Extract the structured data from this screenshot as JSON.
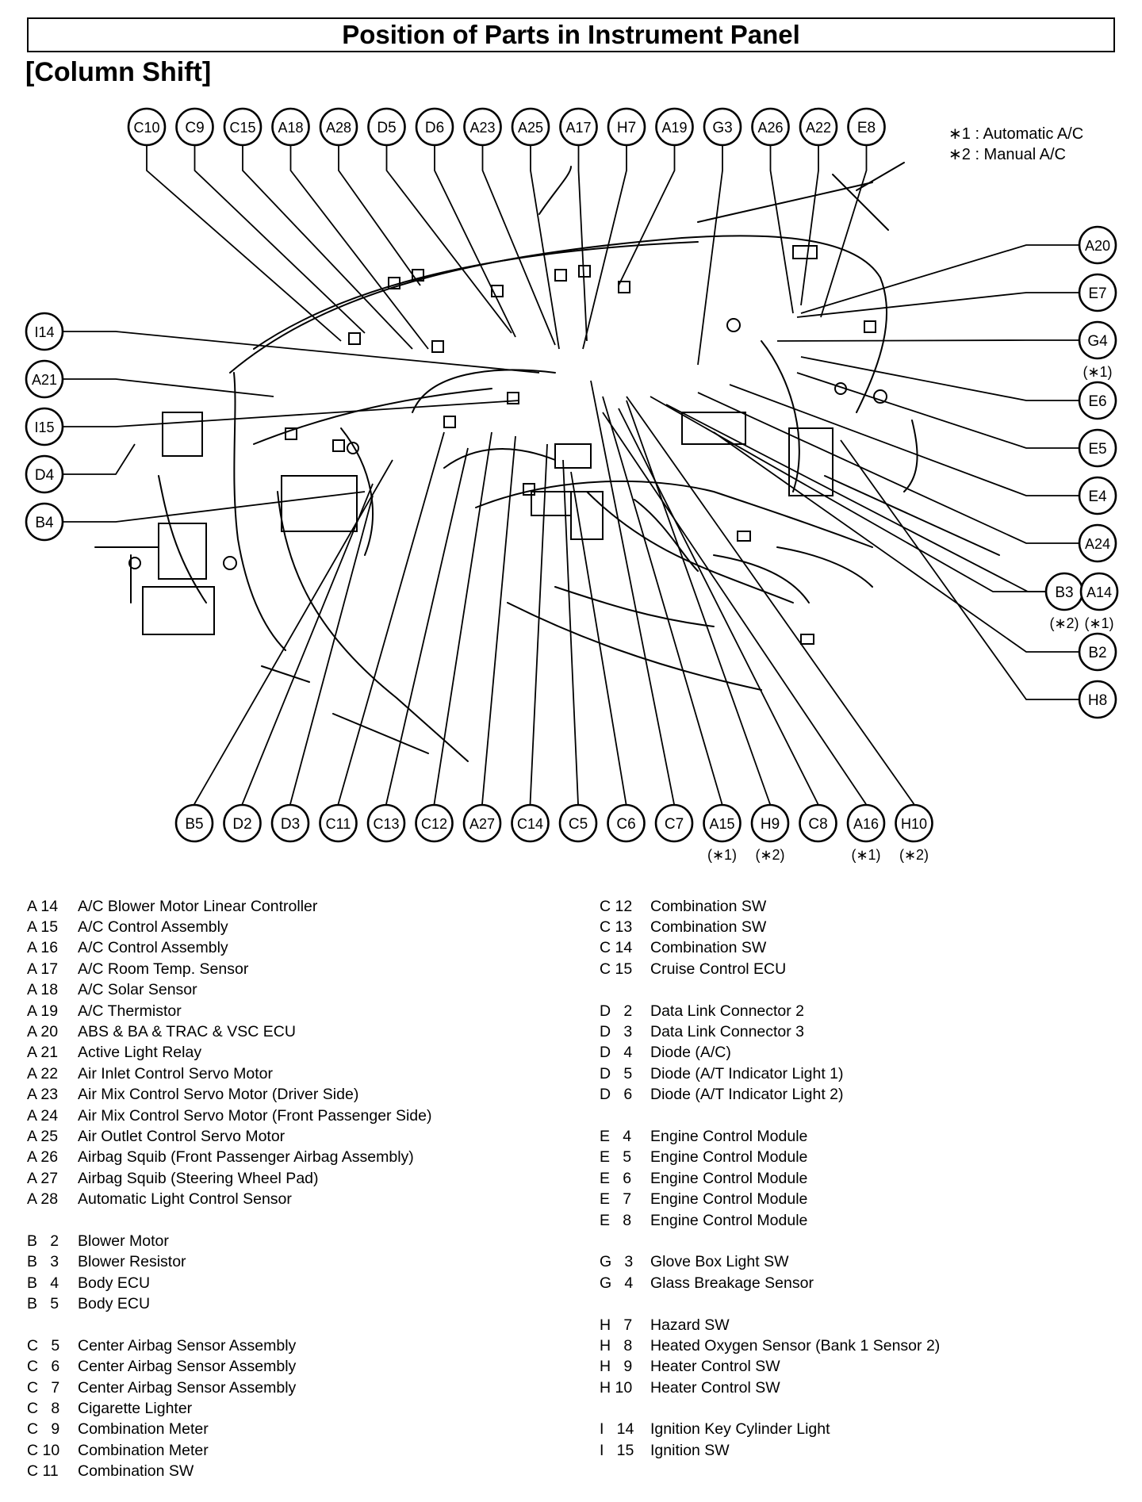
{
  "title": "Position of Parts in Instrument Panel",
  "subtitle": "[Column Shift]",
  "notes": [
    "∗1 : Automatic A/C",
    "∗2 : Manual A/C"
  ],
  "callouts_top": [
    "C10",
    "C9",
    "C15",
    "A18",
    "A28",
    "D5",
    "D6",
    "A23",
    "A25",
    "A17",
    "H7",
    "A19",
    "G3",
    "A26",
    "A22",
    "E8"
  ],
  "callouts_left": [
    "I14",
    "A21",
    "I15",
    "D4",
    "B4"
  ],
  "callouts_right": [
    "A20",
    "E7",
    "G4",
    "E6",
    "E5",
    "E4",
    "A24",
    "B3",
    "A14",
    "B2",
    "H8"
  ],
  "callouts_bottom": [
    "B5",
    "D2",
    "D3",
    "C11",
    "C13",
    "C12",
    "A27",
    "C14",
    "C5",
    "C6",
    "C7",
    "A15",
    "H9",
    "C8",
    "A16",
    "H10"
  ],
  "callout_notes": {
    "G4": "(∗1)",
    "B3": "(∗2)",
    "A14": "(∗1)",
    "A15": "(∗1)",
    "H9": "(∗2)",
    "A16": "(∗1)",
    "H10": "(∗2)"
  },
  "legend_left": [
    {
      "code": "A 14",
      "name": "A/C Blower Motor Linear Controller"
    },
    {
      "code": "A 15",
      "name": "A/C Control Assembly"
    },
    {
      "code": "A 16",
      "name": "A/C Control Assembly"
    },
    {
      "code": "A 17",
      "name": "A/C Room Temp. Sensor"
    },
    {
      "code": "A 18",
      "name": "A/C Solar Sensor"
    },
    {
      "code": "A 19",
      "name": "A/C Thermistor"
    },
    {
      "code": "A 20",
      "name": "ABS & BA & TRAC & VSC ECU"
    },
    {
      "code": "A 21",
      "name": "Active Light Relay"
    },
    {
      "code": "A 22",
      "name": "Air Inlet Control Servo Motor"
    },
    {
      "code": "A 23",
      "name": "Air Mix Control Servo Motor (Driver Side)"
    },
    {
      "code": "A 24",
      "name": "Air Mix Control Servo Motor (Front Passenger Side)"
    },
    {
      "code": "A 25",
      "name": "Air Outlet Control Servo Motor"
    },
    {
      "code": "A 26",
      "name": "Airbag Squib (Front Passenger Airbag Assembly)"
    },
    {
      "code": "A 27",
      "name": "Airbag Squib (Steering Wheel Pad)"
    },
    {
      "code": "A 28",
      "name": "Automatic Light Control Sensor"
    },
    null,
    {
      "code": "B   2",
      "name": "Blower Motor"
    },
    {
      "code": "B   3",
      "name": "Blower Resistor"
    },
    {
      "code": "B   4",
      "name": "Body ECU"
    },
    {
      "code": "B   5",
      "name": "Body ECU"
    },
    null,
    {
      "code": "C   5",
      "name": "Center Airbag Sensor Assembly"
    },
    {
      "code": "C   6",
      "name": "Center Airbag Sensor Assembly"
    },
    {
      "code": "C   7",
      "name": "Center Airbag Sensor Assembly"
    },
    {
      "code": "C   8",
      "name": "Cigarette Lighter"
    },
    {
      "code": "C   9",
      "name": "Combination Meter"
    },
    {
      "code": "C 10",
      "name": "Combination Meter"
    },
    {
      "code": "C 11",
      "name": "Combination SW"
    }
  ],
  "legend_right": [
    {
      "code": "C 12",
      "name": "Combination SW"
    },
    {
      "code": "C 13",
      "name": "Combination SW"
    },
    {
      "code": "C 14",
      "name": "Combination SW"
    },
    {
      "code": "C 15",
      "name": "Cruise Control ECU"
    },
    null,
    {
      "code": "D   2",
      "name": "Data Link Connector 2"
    },
    {
      "code": "D   3",
      "name": "Data Link Connector 3"
    },
    {
      "code": "D   4",
      "name": "Diode (A/C)"
    },
    {
      "code": "D   5",
      "name": "Diode (A/T Indicator Light 1)"
    },
    {
      "code": "D   6",
      "name": "Diode (A/T Indicator Light 2)"
    },
    null,
    {
      "code": "E   4",
      "name": "Engine Control Module"
    },
    {
      "code": "E   5",
      "name": "Engine Control Module"
    },
    {
      "code": "E   6",
      "name": "Engine Control Module"
    },
    {
      "code": "E   7",
      "name": "Engine Control Module"
    },
    {
      "code": "E   8",
      "name": "Engine Control Module"
    },
    null,
    {
      "code": "G   3",
      "name": "Glove Box Light SW"
    },
    {
      "code": "G   4",
      "name": "Glass Breakage Sensor"
    },
    null,
    {
      "code": "H   7",
      "name": "Hazard SW"
    },
    {
      "code": "H   8",
      "name": "Heated Oxygen Sensor (Bank 1 Sensor 2)"
    },
    {
      "code": "H   9",
      "name": "Heater Control SW"
    },
    {
      "code": "H 10",
      "name": "Heater Control SW"
    },
    null,
    {
      "code": "I   14",
      "name": "Ignition Key Cylinder Light"
    },
    {
      "code": "I   15",
      "name": "Ignition SW"
    }
  ]
}
